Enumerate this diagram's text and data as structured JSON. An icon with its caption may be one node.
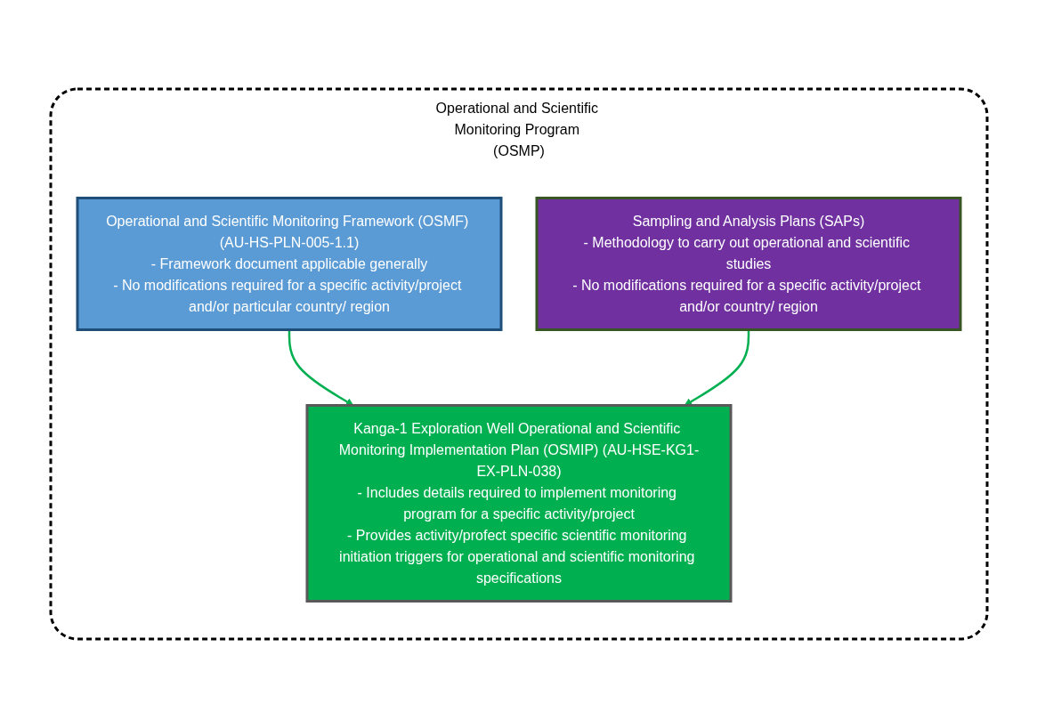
{
  "diagram": {
    "nodes": [
      {
        "text": [
          "Operational and Scientific Monitoring Program (OSMP)"
        ]
      },
      {
        "text": [
          "Operational and Scientific Monitoring Framework (OSMF) (AU-HS-PLN-005-1.1)",
          "- Framework document applicable generally",
          "- No modifications required for a specific activity/project and/or particular country/ region"
        ],
        "in": 0
      },
      {
        "text": [
          "Kanga-1 Exploration Well Operational and Scientific Monitoring Implementation Plan (OSMIP) (AU-HSE-KG1-EX-PLN-038)",
          "- Includes details required to implement monitoring program for a specific activity/project",
          "- Provides activity/profect specific scientific monitoring initiation triggers for operational and scientific monitoring specifications"
        ],
        "in": 0
      },
      {
        "text": [
          "Sampling and Analysis Plans (SAPs)",
          "- Methodology to carry out operational and scientific studies",
          "- No modifications required for a specific activity/project and/or country/ region"
        ],
        "in": 0
      }
    ],
    "edges": [
      {
        "from": 1,
        "to": 2,
        "arrow": "to",
        "color": "#00b050"
      },
      {
        "from": 3,
        "to": 2,
        "arrow": "to",
        "color": "#00b050"
      }
    ]
  }
}
